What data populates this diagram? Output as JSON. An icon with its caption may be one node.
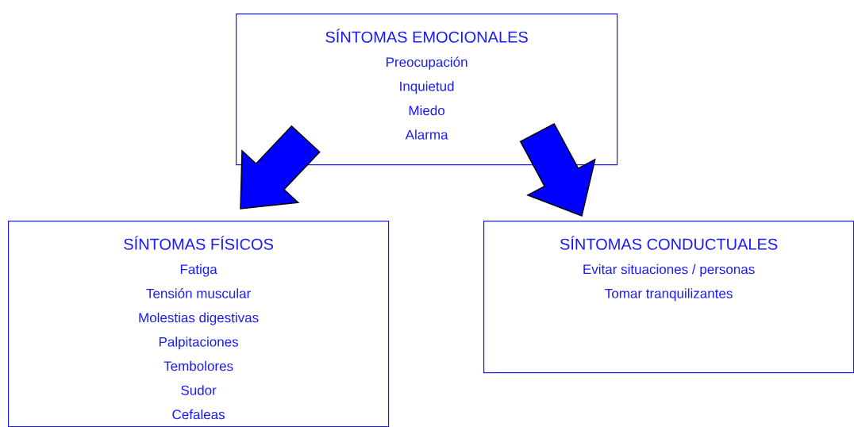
{
  "diagram": {
    "nodes": [
      {
        "text": [
          "SÍNTOMAS EMOCIONALES",
          "Preocupación",
          "Inquietud",
          "Miedo",
          "Alarma"
        ]
      },
      {
        "text": [
          "SÍNTOMAS FÍSICOS",
          "Fatiga",
          "Tensión muscular",
          "Molestias digestivas",
          "Palpitaciones",
          "Tembolores",
          "Sudor",
          "Cefaleas"
        ]
      },
      {
        "text": [
          "SÍNTOMAS CONDUCTUALES",
          "Evitar situaciones / personas",
          "Tomar tranquilizantes"
        ]
      }
    ],
    "edges": [
      {
        "from": 0,
        "to": 1,
        "arrow": "to"
      },
      {
        "from": 0,
        "to": 2,
        "arrow": "to"
      }
    ]
  }
}
